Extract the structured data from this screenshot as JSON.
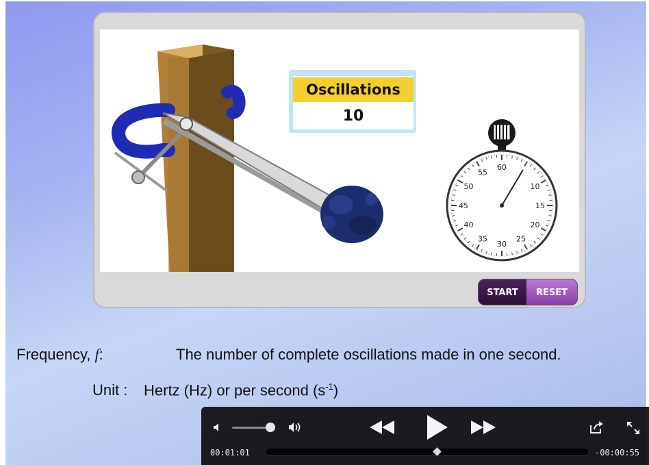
{
  "simulation": {
    "oscillations_label": "Oscillations",
    "oscillations_value": "10",
    "start_label": "START",
    "reset_label": "RESET",
    "stopwatch_numbers": [
      "60",
      "10",
      "15",
      "20",
      "25",
      "30",
      "35",
      "40",
      "45",
      "50",
      "55"
    ]
  },
  "caption": {
    "term_prefix": "Frequency, ",
    "term_symbol": "f",
    "term_suffix": ":",
    "definition": "The number of complete oscillations made in one second.",
    "unit_label": "Unit :",
    "unit_value": "Hertz (Hz) or per second (s",
    "unit_exponent": "-1",
    "unit_close": ")"
  },
  "player": {
    "elapsed": "00:01:01",
    "remaining": "-00:00:55",
    "progress": 0.53,
    "volume": 0.9,
    "icons": [
      "volume-low-icon",
      "volume-high-icon",
      "rewind-icon",
      "play-icon",
      "fast-forward-icon",
      "share-icon",
      "fullscreen-icon"
    ]
  },
  "colors": {
    "oscillations_header": "#f5cf2e",
    "reset_button": "#a65bc2",
    "start_button": "#3a1746",
    "clamp": "#1f2bb5",
    "post": "#8b6428",
    "bob": "#1c2d6e"
  }
}
